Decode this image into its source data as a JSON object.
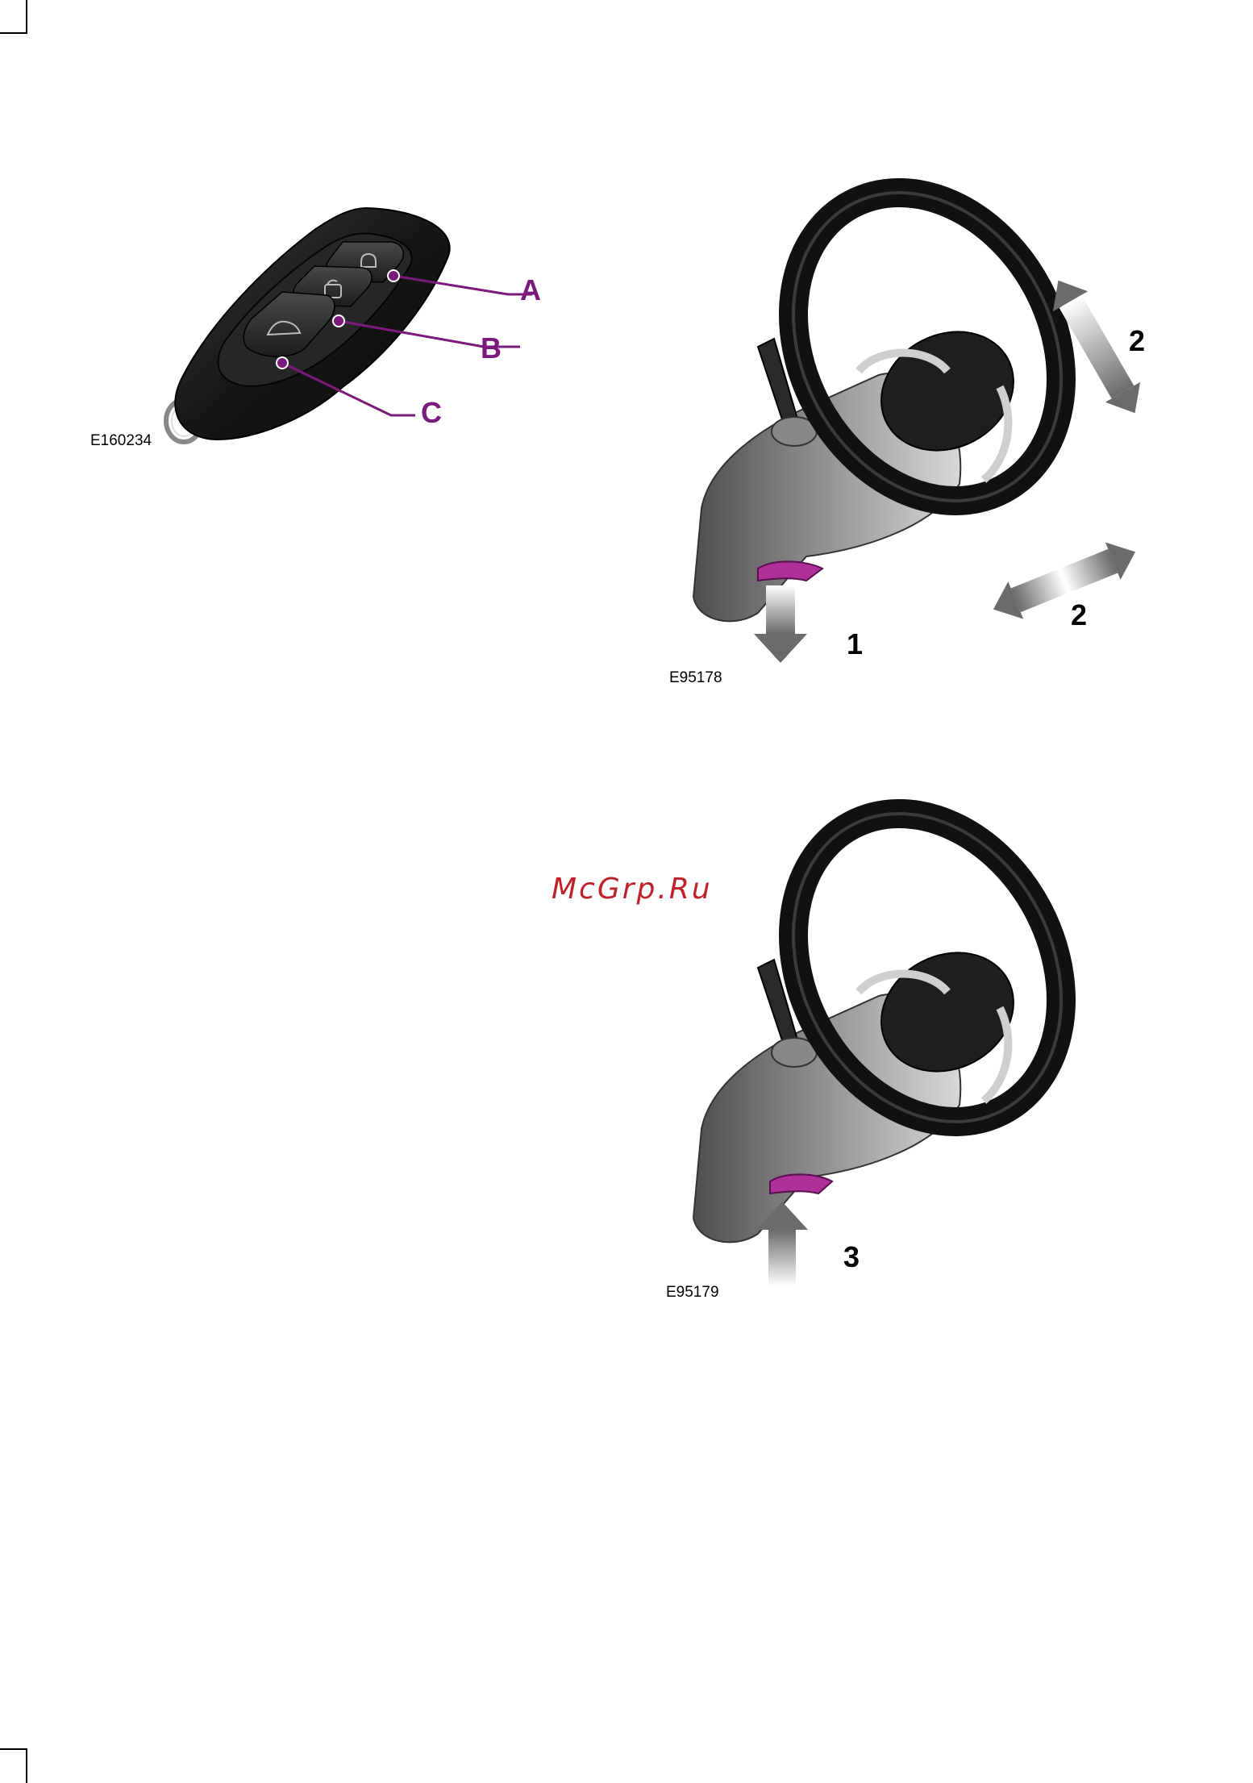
{
  "watermark": "McGrp.Ru",
  "figures": {
    "key_fob": {
      "id": "E160234",
      "callouts": [
        "A",
        "B",
        "C"
      ]
    },
    "steering_unlock": {
      "id": "E95178",
      "steps": [
        "1",
        "2",
        "2"
      ]
    },
    "steering_lock": {
      "id": "E95179",
      "steps": [
        "3"
      ]
    }
  },
  "colors": {
    "callout": "#7a1a7a",
    "lever": "#b0309a",
    "watermark": "#c0202a"
  }
}
